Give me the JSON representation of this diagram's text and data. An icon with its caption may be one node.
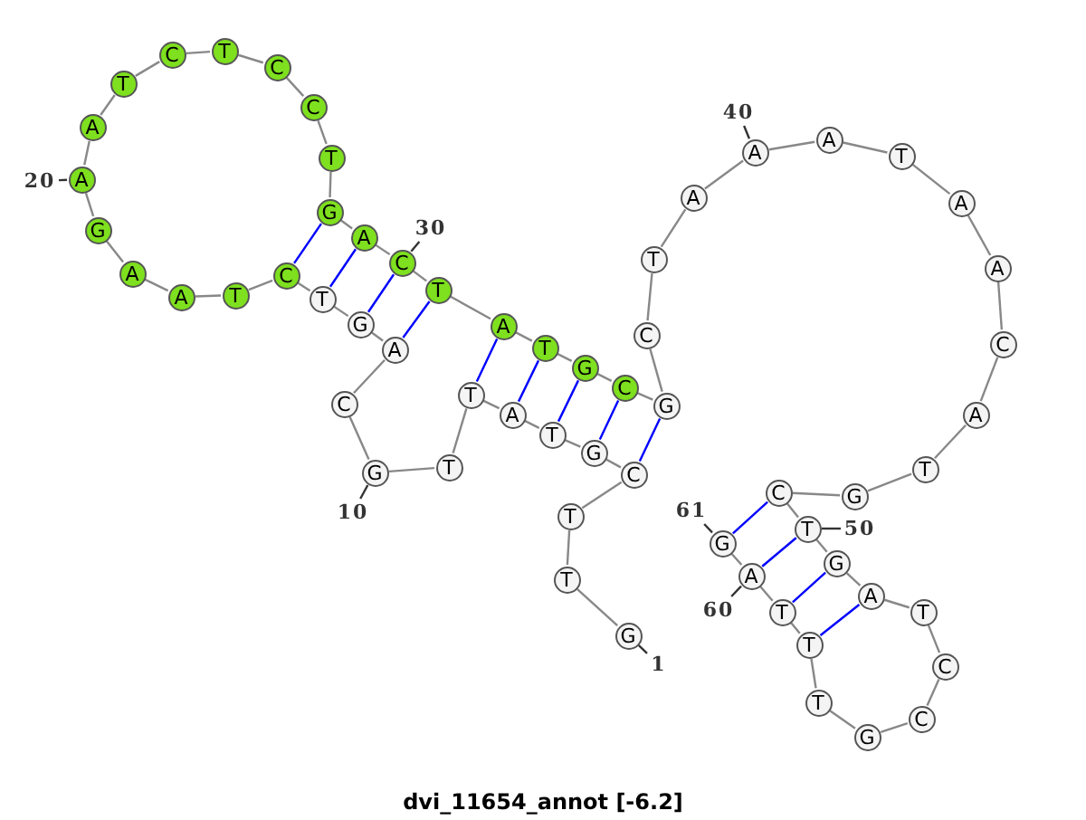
{
  "diagram": {
    "caption": "dvi_11654_annot [-6.2]",
    "nodes": [
      {
        "text": [
          "G"
        ]
      },
      {
        "text": [
          "T"
        ]
      },
      {
        "text": [
          "T"
        ]
      },
      {
        "text": [
          "C"
        ]
      },
      {
        "text": [
          "G"
        ]
      },
      {
        "text": [
          "T"
        ]
      },
      {
        "text": [
          "A"
        ]
      },
      {
        "text": [
          "T"
        ]
      },
      {
        "text": [
          "T"
        ]
      },
      {
        "text": [
          "G"
        ]
      },
      {
        "text": [
          "C"
        ]
      },
      {
        "text": [
          "A"
        ]
      },
      {
        "text": [
          "G"
        ]
      },
      {
        "text": [
          "T"
        ]
      },
      {
        "text": [
          "C"
        ]
      },
      {
        "text": [
          "T"
        ]
      },
      {
        "text": [
          "A"
        ]
      },
      {
        "text": [
          "A"
        ]
      },
      {
        "text": [
          "G"
        ]
      },
      {
        "text": [
          "A"
        ]
      },
      {
        "text": [
          "A"
        ]
      },
      {
        "text": [
          "T"
        ]
      },
      {
        "text": [
          "C"
        ]
      },
      {
        "text": [
          "T"
        ]
      },
      {
        "text": [
          "C"
        ]
      },
      {
        "text": [
          "C"
        ]
      },
      {
        "text": [
          "T"
        ]
      },
      {
        "text": [
          "G"
        ]
      },
      {
        "text": [
          "A"
        ]
      },
      {
        "text": [
          "C"
        ]
      },
      {
        "text": [
          "T"
        ]
      },
      {
        "text": [
          "A"
        ]
      },
      {
        "text": [
          "T"
        ]
      },
      {
        "text": [
          "G"
        ]
      },
      {
        "text": [
          "C"
        ]
      },
      {
        "text": [
          "G"
        ]
      },
      {
        "text": [
          "C"
        ]
      },
      {
        "text": [
          "T"
        ]
      },
      {
        "text": [
          "A"
        ]
      },
      {
        "text": [
          "A"
        ]
      },
      {
        "text": [
          "A"
        ]
      },
      {
        "text": [
          "T"
        ]
      },
      {
        "text": [
          "A"
        ]
      },
      {
        "text": [
          "A"
        ]
      },
      {
        "text": [
          "C"
        ]
      },
      {
        "text": [
          "A"
        ]
      },
      {
        "text": [
          "T"
        ]
      },
      {
        "text": [
          "G"
        ]
      },
      {
        "text": [
          "C"
        ]
      },
      {
        "text": [
          "T"
        ]
      },
      {
        "text": [
          "G"
        ]
      },
      {
        "text": [
          "A"
        ]
      },
      {
        "text": [
          "T"
        ]
      },
      {
        "text": [
          "C"
        ]
      },
      {
        "text": [
          "C"
        ]
      },
      {
        "text": [
          "G"
        ]
      },
      {
        "text": [
          "T"
        ]
      },
      {
        "text": [
          "T"
        ]
      },
      {
        "text": [
          "T"
        ]
      },
      {
        "text": [
          "A"
        ]
      },
      {
        "text": [
          "G"
        ]
      },
      {
        "text": [
          "1"
        ]
      },
      {
        "text": [
          "10"
        ]
      },
      {
        "text": [
          "20"
        ]
      },
      {
        "text": [
          "30"
        ]
      },
      {
        "text": [
          "40"
        ]
      },
      {
        "text": [
          "50"
        ]
      },
      {
        "text": [
          "60"
        ]
      },
      {
        "text": [
          "61"
        ]
      }
    ],
    "edges": [
      {
        "from": 0,
        "to": 1,
        "arrow": "none"
      },
      {
        "from": 1,
        "to": 2,
        "arrow": "none"
      },
      {
        "from": 2,
        "to": 3,
        "arrow": "none"
      },
      {
        "from": 3,
        "to": 4,
        "arrow": "none"
      },
      {
        "from": 4,
        "to": 5,
        "arrow": "none"
      },
      {
        "from": 5,
        "to": 6,
        "arrow": "none"
      },
      {
        "from": 6,
        "to": 7,
        "arrow": "none"
      },
      {
        "from": 7,
        "to": 8,
        "arrow": "none"
      },
      {
        "from": 8,
        "to": 9,
        "arrow": "none"
      },
      {
        "from": 9,
        "to": 10,
        "arrow": "none"
      },
      {
        "from": 10,
        "to": 11,
        "arrow": "none"
      },
      {
        "from": 11,
        "to": 12,
        "arrow": "none"
      },
      {
        "from": 12,
        "to": 13,
        "arrow": "none"
      },
      {
        "from": 13,
        "to": 14,
        "arrow": "none"
      },
      {
        "from": 14,
        "to": 15,
        "arrow": "none"
      },
      {
        "from": 15,
        "to": 16,
        "arrow": "none"
      },
      {
        "from": 16,
        "to": 17,
        "arrow": "none"
      },
      {
        "from": 17,
        "to": 18,
        "arrow": "none"
      },
      {
        "from": 18,
        "to": 19,
        "arrow": "none"
      },
      {
        "from": 19,
        "to": 20,
        "arrow": "none"
      },
      {
        "from": 20,
        "to": 21,
        "arrow": "none"
      },
      {
        "from": 21,
        "to": 22,
        "arrow": "none"
      },
      {
        "from": 22,
        "to": 23,
        "arrow": "none"
      },
      {
        "from": 23,
        "to": 24,
        "arrow": "none"
      },
      {
        "from": 24,
        "to": 25,
        "arrow": "none"
      },
      {
        "from": 25,
        "to": 26,
        "arrow": "none"
      },
      {
        "from": 26,
        "to": 27,
        "arrow": "none"
      },
      {
        "from": 27,
        "to": 28,
        "arrow": "none"
      },
      {
        "from": 28,
        "to": 29,
        "arrow": "none"
      },
      {
        "from": 29,
        "to": 30,
        "arrow": "none"
      },
      {
        "from": 30,
        "to": 31,
        "arrow": "none"
      },
      {
        "from": 31,
        "to": 32,
        "arrow": "none"
      },
      {
        "from": 32,
        "to": 33,
        "arrow": "none"
      },
      {
        "from": 33,
        "to": 34,
        "arrow": "none"
      },
      {
        "from": 34,
        "to": 35,
        "arrow": "none"
      },
      {
        "from": 35,
        "to": 36,
        "arrow": "none"
      },
      {
        "from": 36,
        "to": 37,
        "arrow": "none"
      },
      {
        "from": 37,
        "to": 38,
        "arrow": "none"
      },
      {
        "from": 38,
        "to": 39,
        "arrow": "none"
      },
      {
        "from": 39,
        "to": 40,
        "arrow": "none"
      },
      {
        "from": 40,
        "to": 41,
        "arrow": "none"
      },
      {
        "from": 41,
        "to": 42,
        "arrow": "none"
      },
      {
        "from": 42,
        "to": 43,
        "arrow": "none"
      },
      {
        "from": 43,
        "to": 44,
        "arrow": "none"
      },
      {
        "from": 44,
        "to": 45,
        "arrow": "none"
      },
      {
        "from": 45,
        "to": 46,
        "arrow": "none"
      },
      {
        "from": 46,
        "to": 47,
        "arrow": "none"
      },
      {
        "from": 47,
        "to": 48,
        "arrow": "none"
      },
      {
        "from": 48,
        "to": 49,
        "arrow": "none"
      },
      {
        "from": 49,
        "to": 50,
        "arrow": "none"
      },
      {
        "from": 50,
        "to": 51,
        "arrow": "none"
      },
      {
        "from": 51,
        "to": 52,
        "arrow": "none"
      },
      {
        "from": 52,
        "to": 53,
        "arrow": "none"
      },
      {
        "from": 53,
        "to": 54,
        "arrow": "none"
      },
      {
        "from": 54,
        "to": 55,
        "arrow": "none"
      },
      {
        "from": 55,
        "to": 56,
        "arrow": "none"
      },
      {
        "from": 56,
        "to": 57,
        "arrow": "none"
      },
      {
        "from": 57,
        "to": 58,
        "arrow": "none"
      },
      {
        "from": 58,
        "to": 59,
        "arrow": "none"
      },
      {
        "from": 59,
        "to": 60,
        "arrow": "none"
      },
      {
        "from": 27,
        "to": 14,
        "arrow": "none",
        "color": "#0000ff"
      },
      {
        "from": 28,
        "to": 13,
        "arrow": "none",
        "color": "#0000ff"
      },
      {
        "from": 29,
        "to": 12,
        "arrow": "none",
        "color": "#0000ff"
      },
      {
        "from": 30,
        "to": 11,
        "arrow": "none",
        "color": "#0000ff"
      },
      {
        "from": 31,
        "to": 7,
        "arrow": "none",
        "color": "#0000ff"
      },
      {
        "from": 32,
        "to": 6,
        "arrow": "none",
        "color": "#0000ff"
      },
      {
        "from": 33,
        "to": 5,
        "arrow": "none",
        "color": "#0000ff"
      },
      {
        "from": 34,
        "to": 4,
        "arrow": "none",
        "color": "#0000ff"
      },
      {
        "from": 35,
        "to": 3,
        "arrow": "none",
        "color": "#0000ff"
      },
      {
        "from": 48,
        "to": 60,
        "arrow": "none",
        "color": "#0000ff"
      },
      {
        "from": 49,
        "to": 59,
        "arrow": "none",
        "color": "#0000ff"
      },
      {
        "from": 50,
        "to": 58,
        "arrow": "none",
        "color": "#0000ff"
      },
      {
        "from": 51,
        "to": 57,
        "arrow": "none",
        "color": "#0000ff"
      },
      {
        "from": 61,
        "to": 0,
        "arrow": "none"
      },
      {
        "from": 62,
        "to": 9,
        "arrow": "none"
      },
      {
        "from": 63,
        "to": 19,
        "arrow": "none"
      },
      {
        "from": 64,
        "to": 29,
        "arrow": "none"
      },
      {
        "from": 65,
        "to": 39,
        "arrow": "none"
      },
      {
        "from": 66,
        "to": 49,
        "arrow": "none"
      },
      {
        "from": 67,
        "to": 59,
        "arrow": "none"
      },
      {
        "from": 68,
        "to": 60,
        "arrow": "none"
      }
    ]
  }
}
